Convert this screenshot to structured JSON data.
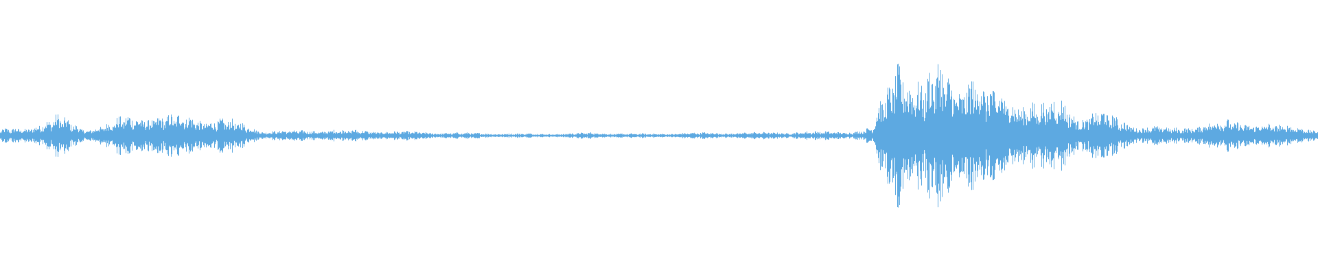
{
  "waveform": {
    "color": "#5DA9E1",
    "background": "#FFFFFF",
    "amplitude_envelope": [
      [
        0.0,
        0.06
      ],
      [
        0.02,
        0.09
      ],
      [
        0.035,
        0.14
      ],
      [
        0.045,
        0.2
      ],
      [
        0.055,
        0.13
      ],
      [
        0.065,
        0.07
      ],
      [
        0.08,
        0.11
      ],
      [
        0.095,
        0.2
      ],
      [
        0.11,
        0.22
      ],
      [
        0.125,
        0.19
      ],
      [
        0.14,
        0.21
      ],
      [
        0.155,
        0.18
      ],
      [
        0.17,
        0.16
      ],
      [
        0.185,
        0.12
      ],
      [
        0.2,
        0.05
      ],
      [
        0.23,
        0.05
      ],
      [
        0.25,
        0.06
      ],
      [
        0.28,
        0.05
      ],
      [
        0.31,
        0.04
      ],
      [
        0.34,
        0.03
      ],
      [
        0.37,
        0.025
      ],
      [
        0.4,
        0.02
      ],
      [
        0.42,
        0.02
      ],
      [
        0.45,
        0.03
      ],
      [
        0.48,
        0.02
      ],
      [
        0.5,
        0.02
      ],
      [
        0.53,
        0.03
      ],
      [
        0.56,
        0.03
      ],
      [
        0.59,
        0.035
      ],
      [
        0.62,
        0.04
      ],
      [
        0.65,
        0.045
      ],
      [
        0.662,
        0.08
      ],
      [
        0.668,
        0.35
      ],
      [
        0.675,
        0.5
      ],
      [
        0.682,
        0.92
      ],
      [
        0.69,
        0.68
      ],
      [
        0.7,
        0.48
      ],
      [
        0.712,
        0.72
      ],
      [
        0.725,
        0.58
      ],
      [
        0.738,
        0.67
      ],
      [
        0.75,
        0.45
      ],
      [
        0.762,
        0.42
      ],
      [
        0.775,
        0.4
      ],
      [
        0.79,
        0.3
      ],
      [
        0.805,
        0.37
      ],
      [
        0.82,
        0.2
      ],
      [
        0.835,
        0.25
      ],
      [
        0.85,
        0.16
      ],
      [
        0.865,
        0.1
      ],
      [
        0.88,
        0.09
      ],
      [
        0.895,
        0.07
      ],
      [
        0.91,
        0.12
      ],
      [
        0.925,
        0.15
      ],
      [
        0.94,
        0.13
      ],
      [
        0.955,
        0.14
      ],
      [
        0.97,
        0.1
      ],
      [
        0.985,
        0.09
      ],
      [
        1.0,
        0.07
      ]
    ]
  }
}
